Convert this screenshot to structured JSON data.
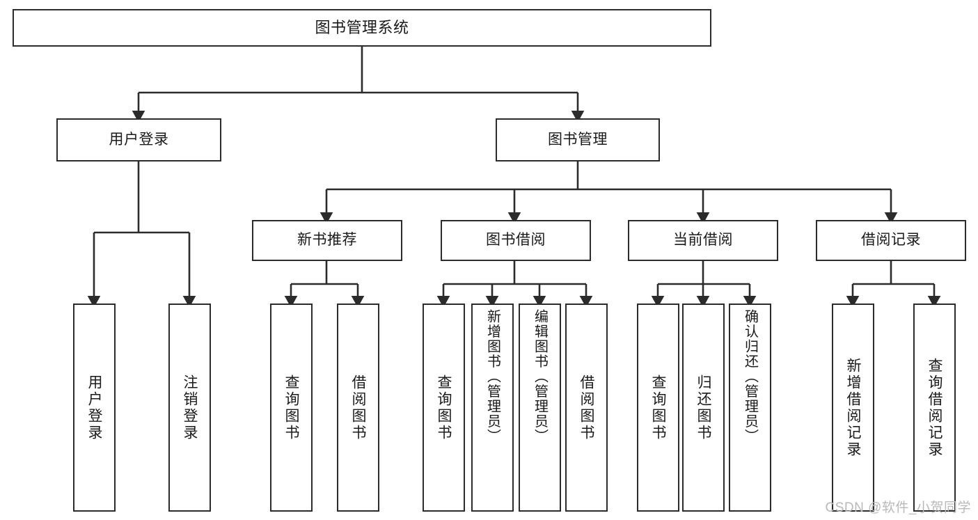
{
  "diagram": {
    "title": "图书管理系统",
    "type": "tree-hierarchy",
    "colors": {
      "box_border": "#2b2b2b",
      "box_fill": "#ffffff",
      "edge": "#2b2b2b",
      "text": "#1a1a1a",
      "watermark": "#b9b9b9",
      "background": "#ffffff"
    },
    "nodes": {
      "root": {
        "id": "root",
        "label": "图书管理系统",
        "level": 0,
        "orientation": "horizontal"
      },
      "l1": [
        {
          "id": "user-login",
          "label": "用户登录",
          "level": 1,
          "orientation": "horizontal"
        },
        {
          "id": "book-manage",
          "label": "图书管理",
          "level": 1,
          "orientation": "horizontal"
        }
      ],
      "l2": [
        {
          "id": "new-book-recommend",
          "label": "新书推荐",
          "level": 2,
          "orientation": "horizontal",
          "parent": "book-manage"
        },
        {
          "id": "book-borrow",
          "label": "图书借阅",
          "level": 2,
          "orientation": "horizontal",
          "parent": "book-manage"
        },
        {
          "id": "current-borrow",
          "label": "当前借阅",
          "level": 2,
          "orientation": "horizontal",
          "parent": "book-manage"
        },
        {
          "id": "borrow-record",
          "label": "借阅记录",
          "level": 2,
          "orientation": "horizontal",
          "parent": "book-manage"
        }
      ],
      "leaves": [
        {
          "id": "leaf-user-login",
          "label": "用户登录",
          "orientation": "vertical",
          "parent": "user-login"
        },
        {
          "id": "leaf-logout-login",
          "label": "注销登录",
          "orientation": "vertical",
          "parent": "user-login"
        },
        {
          "id": "leaf-query-book-1",
          "label": "查询图书",
          "orientation": "vertical",
          "parent": "new-book-recommend"
        },
        {
          "id": "leaf-borrow-book-1",
          "label": "借阅图书",
          "orientation": "vertical",
          "parent": "new-book-recommend"
        },
        {
          "id": "leaf-query-book-2",
          "label": "查询图书",
          "orientation": "vertical",
          "parent": "book-borrow"
        },
        {
          "id": "leaf-add-book",
          "label": "新增图书（管理员）",
          "orientation": "vertical",
          "parent": "book-borrow"
        },
        {
          "id": "leaf-edit-book",
          "label": "编辑图书（管理员）",
          "orientation": "vertical",
          "parent": "book-borrow"
        },
        {
          "id": "leaf-borrow-book-2",
          "label": "借阅图书",
          "orientation": "vertical",
          "parent": "book-borrow"
        },
        {
          "id": "leaf-query-book-3",
          "label": "查询图书",
          "orientation": "vertical",
          "parent": "current-borrow"
        },
        {
          "id": "leaf-return-book",
          "label": "归还图书",
          "orientation": "vertical",
          "parent": "current-borrow"
        },
        {
          "id": "leaf-confirm-return",
          "label": "确认归还（管理员）",
          "orientation": "vertical",
          "parent": "current-borrow"
        },
        {
          "id": "leaf-add-borrow-record",
          "label": "新增借阅记录",
          "orientation": "vertical",
          "parent": "borrow-record"
        },
        {
          "id": "leaf-query-borrow-record",
          "label": "查询借阅记录",
          "orientation": "vertical",
          "parent": "borrow-record"
        }
      ]
    },
    "watermark": "CSDN @软件_小贺同学"
  }
}
